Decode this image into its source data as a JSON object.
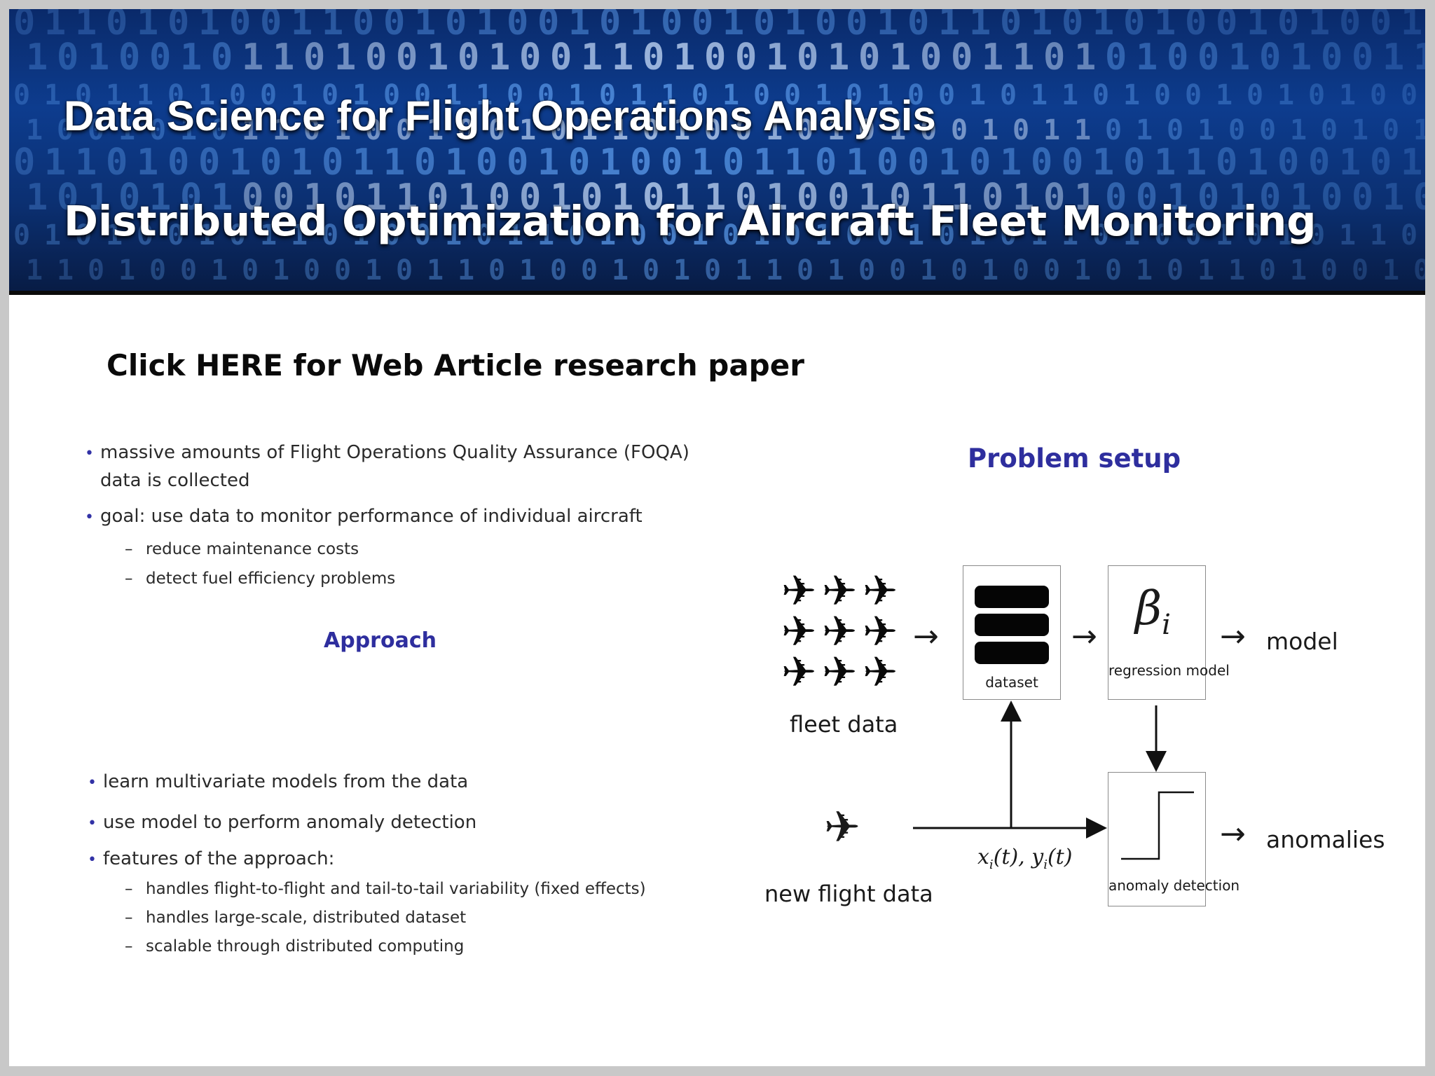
{
  "banner": {
    "title": "Data Science for Flight Operations Analysis",
    "subtitle": "Distributed Optimization for Aircraft Fleet Monitoring",
    "binary_rows": [
      "0110101001100101001010010100101101010100101001",
      "1010010110100101001101001010100110101001010011",
      "0101101001010011001011010010100101101001010100",
      "1001010110100100101101001010100101101010010101",
      "0110100101011010010100101101001010010110100101",
      "1010101001011010010101101001011010100101010010",
      "0101001011010010110100101010010101101001010110",
      "1101001010010110100101011010010100101011010010"
    ]
  },
  "link": {
    "label": "Click HERE for Web Article research paper"
  },
  "left": {
    "bullets_top": [
      {
        "text_line1": "massive amounts of Flight Operations Quality Assurance (FOQA)",
        "text_line2": "data is collected"
      },
      {
        "text_line1": "goal:  use data to monitor performance of individual aircraft"
      }
    ],
    "sub_top": [
      "reduce maintenance costs",
      "detect fuel efficiency problems"
    ],
    "approach_heading": "Approach",
    "bullets_bottom": [
      "learn multivariate models from the data",
      "use model to perform anomaly detection",
      "features of the approach:"
    ],
    "sub_bottom": [
      "handles flight-to-flight and tail-to-tail variability (fixed effects)",
      "handles large-scale, distributed dataset",
      "scalable through distributed computing"
    ]
  },
  "diagram": {
    "heading": "Problem setup",
    "fleet_label": "fleet data",
    "dataset_label": "dataset",
    "beta_symbol": "β",
    "beta_sub": "i",
    "regression_label": "regression model",
    "model_output": "model",
    "new_flight_label": "new flight data",
    "xy_label_x": "x",
    "xy_label_y": "y",
    "xy_sub": "i",
    "xy_t": "(t)",
    "xy_sep": ",",
    "anomaly_label": "anomaly detection",
    "anomalies_output": "anomalies",
    "arrow": "→",
    "plane_glyph": "✈"
  },
  "colors": {
    "heading": "#2e2e9e",
    "bullet": "#3232a6",
    "banner": "#0d3c8e"
  }
}
